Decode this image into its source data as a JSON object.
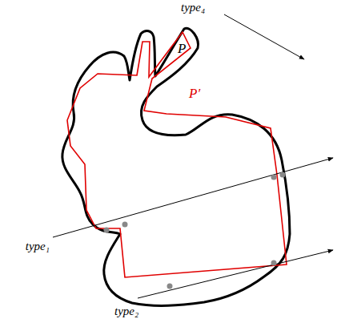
{
  "diagram": {
    "labels": [
      "type₄",
      "P",
      "P′",
      "type₁",
      "type₂"
    ]
  }
}
